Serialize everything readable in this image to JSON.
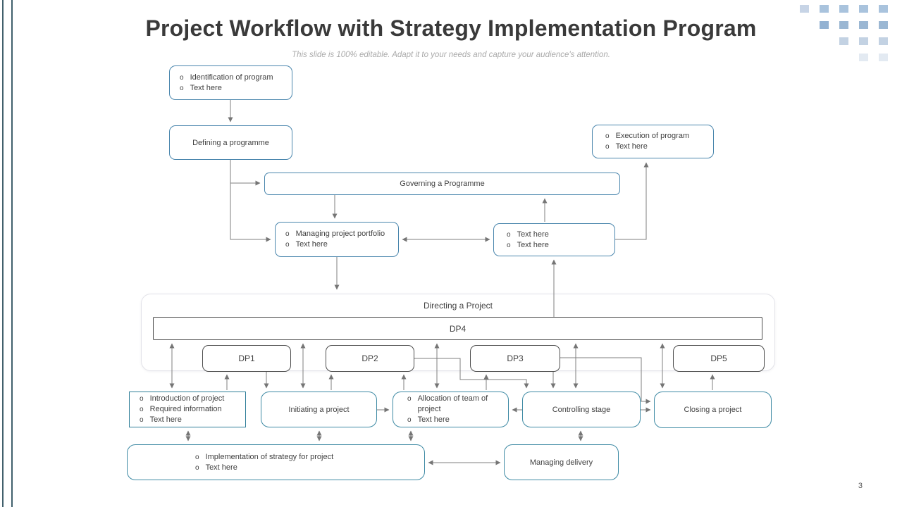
{
  "slide": {
    "title": "Project Workflow with Strategy Implementation Program",
    "subtitle": "This slide is 100% editable. Adapt it to your needs and capture your audience's attention.",
    "page_number": "3"
  },
  "colors": {
    "top_box_border": "#4A86AD",
    "lower_box_border": "#3E8AA4",
    "dp_box_border": "#4D4D4D",
    "container_border": "#E3E3E9",
    "connector": "#7F7F7F",
    "text": "#3F3F3F",
    "left_bars": "#41606C",
    "decor_squares": "#A9C3DD"
  },
  "diagram": {
    "identification": {
      "items": [
        "Identification of program",
        "Text here"
      ]
    },
    "defining": {
      "label": "Defining a programme"
    },
    "execution": {
      "items": [
        "Execution of program",
        "Text here"
      ]
    },
    "governing": {
      "label": "Governing a Programme"
    },
    "managing_portfolio": {
      "items": [
        "Managing project portfolio",
        "Text here"
      ]
    },
    "program_text": {
      "items": [
        "Text here",
        "Text here"
      ]
    },
    "directing": {
      "title": "Directing a Project",
      "dp4": "DP4",
      "dp1": "DP1",
      "dp2": "DP2",
      "dp3": "DP3",
      "dp5": "DP5"
    },
    "introduction": {
      "items": [
        "Introduction of project",
        "Required information",
        "Text here"
      ]
    },
    "initiating": {
      "label": "Initiating a project"
    },
    "allocation": {
      "items": [
        "Allocation of team of project",
        "Text here"
      ]
    },
    "controlling": {
      "label": "Controlling stage"
    },
    "closing": {
      "label": "Closing a project"
    },
    "implementation": {
      "items": [
        "Implementation of strategy for project",
        "Text here"
      ]
    },
    "managing_delivery": {
      "label": "Managing delivery"
    }
  }
}
